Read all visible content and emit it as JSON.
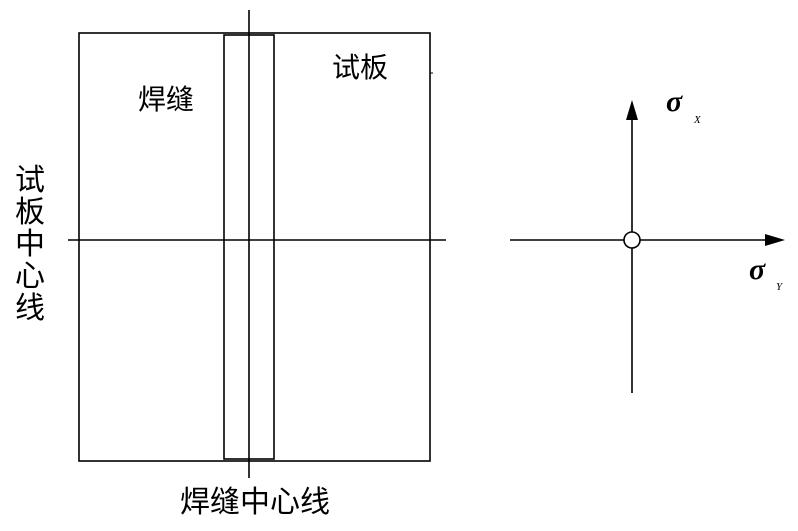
{
  "labels": {
    "specimen": "试板",
    "weld": "焊缝",
    "specimen_centerline": "试板中心线",
    "weld_centerline": "焊缝中心线"
  },
  "stress_axes": {
    "vertical": {
      "symbol": "σ",
      "subscript": "X"
    },
    "horizontal": {
      "symbol": "σ",
      "subscript": "Y"
    }
  },
  "colors": {
    "line": "#000000",
    "background": "#ffffff"
  }
}
